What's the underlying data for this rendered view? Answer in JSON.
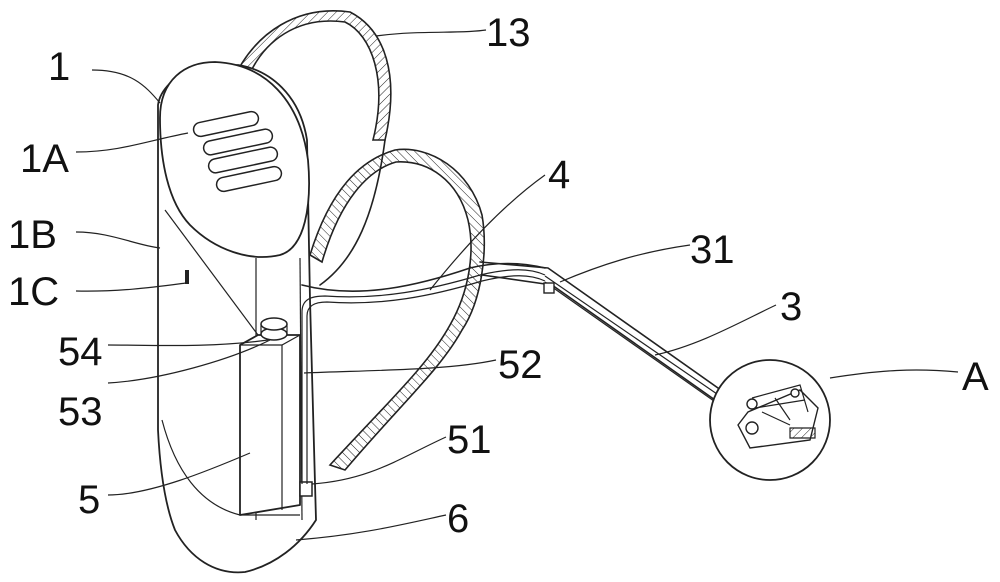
{
  "labels": {
    "l1": "1",
    "l1A": "1A",
    "l1B": "1B",
    "l1C": "1C",
    "l54": "54",
    "l53": "53",
    "l5": "5",
    "l13": "13",
    "l4": "4",
    "l31": "31",
    "l3": "3",
    "l52": "52",
    "l51": "51",
    "l6": "6",
    "lA": "A"
  }
}
